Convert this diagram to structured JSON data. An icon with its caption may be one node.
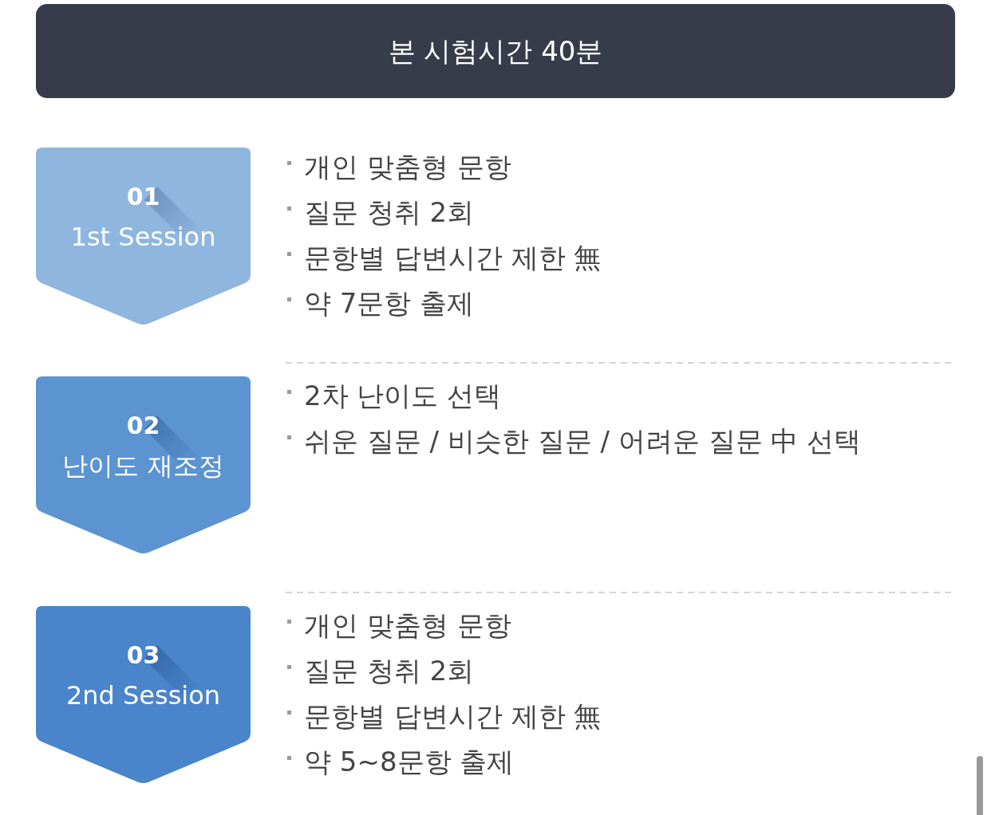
{
  "diagram": {
    "nodes": [
      {
        "text": [
          "본 시험시간 40분"
        ]
      },
      {
        "text": [
          "01",
          "1st Session"
        ],
        "beside": [
          "개인 맞춤형 문항",
          "질문 청취 2회",
          "문항별 답변시간 제한 無",
          "약 7문항 출제"
        ]
      },
      {
        "text": [
          "02",
          "난이도 재조정"
        ],
        "beside": [
          "2차 난이도 선택",
          "쉬운 질문 / 비슷한 질문 / 어려운 질문 中 선택"
        ]
      },
      {
        "text": [
          "03",
          "2nd Session"
        ],
        "beside": [
          "개인 맞춤형 문항",
          "질문 청취 2회",
          "문항별 답변시간 제한 無",
          "약 5~8문항 출제"
        ]
      }
    ]
  }
}
